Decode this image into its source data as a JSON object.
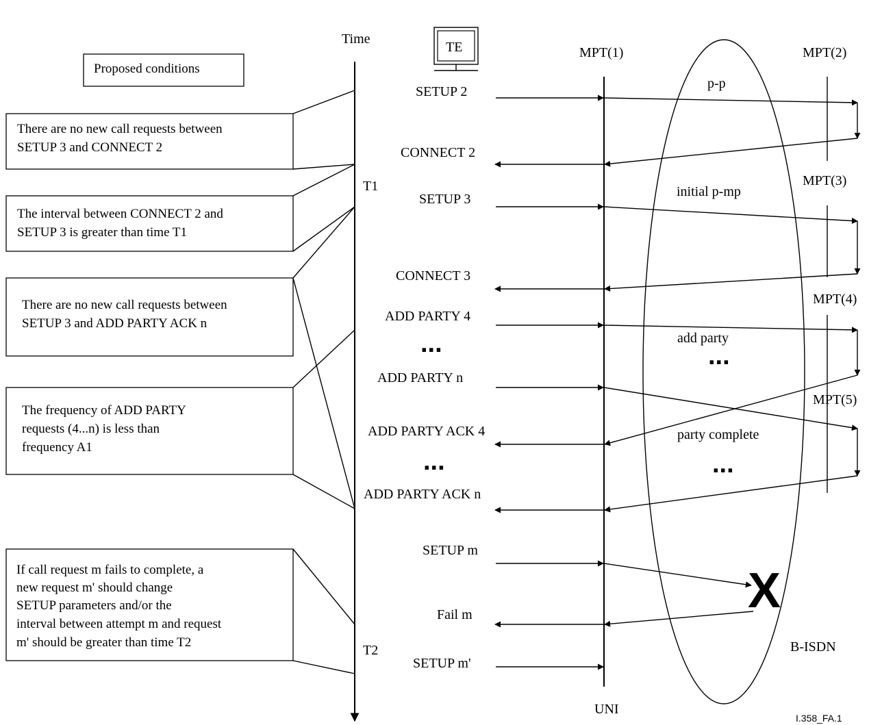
{
  "header": {
    "time_label": "Time",
    "te_label": "TE",
    "proposed_conditions": "Proposed conditions"
  },
  "time_marks": {
    "t1": "T1",
    "t2": "T2"
  },
  "conditions": [
    [
      "There are no new call requests between",
      "SETUP 3 and CONNECT 2"
    ],
    [
      "The interval between CONNECT 2 and",
      "SETUP 3 is greater than time T1"
    ],
    [
      "There are no new call requests between",
      "SETUP 3 and ADD PARTY ACK n"
    ],
    [
      "The frequency of ADD PARTY",
      "requests (4...n) is less than",
      "frequency A1"
    ],
    [
      "If call request m fails to complete, a",
      "new request m' should change",
      "SETUP parameters and/or the",
      "interval between attempt m and request",
      "m' should be greater than time T2"
    ]
  ],
  "messages": {
    "setup2": "SETUP 2",
    "connect2": "CONNECT 2",
    "setup3": "SETUP 3",
    "connect3": "CONNECT 3",
    "addparty4": "ADD PARTY 4",
    "addpartyn": "ADD PARTY n",
    "addpartyack4": "ADD PARTY ACK 4",
    "addpartyackn": "ADD PARTY ACK n",
    "setupm": "SETUP m",
    "failm": "Fail m",
    "setupmprime": "SETUP m'"
  },
  "nodes": {
    "mpt1": "MPT(1)",
    "mpt2": "MPT(2)",
    "mpt3": "MPT(3)",
    "mpt4": "MPT(4)",
    "mpt5": "MPT(5)",
    "uni": "UNI",
    "bisdn": "B-ISDN"
  },
  "network_labels": {
    "pp": "p-p",
    "initial_pmp": "initial p-mp",
    "add_party": "add party",
    "party_complete": "party complete",
    "ellipsis_left_1": "...",
    "ellipsis_left_2": "...",
    "ellipsis_right_1": "...",
    "ellipsis_right_2": "...",
    "failure_mark": "X"
  },
  "figure_id": "I.358_FA.1"
}
